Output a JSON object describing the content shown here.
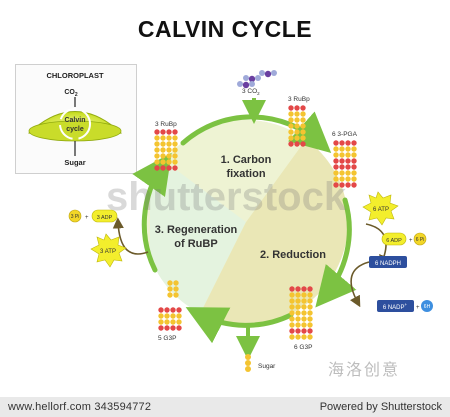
{
  "title": "CALVIN CYCLE",
  "chloroplast": {
    "label": "CHLOROPLAST",
    "co2": "CO",
    "co2_sub": "2",
    "center_line1": "Calvin",
    "center_line2": "cycle",
    "sugar": "Sugar"
  },
  "stages": {
    "carbon_fixation_line1": "1. Carbon",
    "carbon_fixation_line2": "fixation",
    "reduction": "2. Reduction",
    "regeneration_line1": "3. Regeneration",
    "regeneration_line2": "of RuBP"
  },
  "molecules": {
    "co2_in": "3 CO",
    "co2_in_sub": "2",
    "rubp_top": "3 RuBp",
    "rubp_left": "3 RuBp",
    "pga": "6 3-PGA",
    "g3p_bottom": "6 G3P",
    "g3p_left": "5 G3P",
    "sugar_out": "Sugar"
  },
  "cofactors": {
    "atp_in": "6 ATP",
    "adp_out": "6 ADP",
    "pi_out": "6 Pi",
    "nadph_in": "6 NADPH",
    "nadp_out": "6 NADP",
    "nadp_sup": "+",
    "h_out": "6H",
    "pi_left": "3 Pi",
    "adp_left": "3 ADP",
    "atp_left": "3 ATP",
    "plus": "+"
  },
  "colors": {
    "arrow_green": "#7cc242",
    "cycle_fill": "#eef3d3",
    "cycle_left_fill": "#e4f3df",
    "cycle_right_fill": "#eae7b6",
    "molecule_yellow": "#f4c430",
    "molecule_red": "#e34848",
    "atp_yellow": "#f3ee2c",
    "nadph_blue": "#2d4f9e",
    "pi_yellow": "#f2d628"
  },
  "watermark": {
    "shutterstock": "shutterstock",
    "cn": "海洛创意"
  },
  "footer": {
    "left": "www.hellorf.com   343594772",
    "right": "Powered by Shutterstock"
  }
}
